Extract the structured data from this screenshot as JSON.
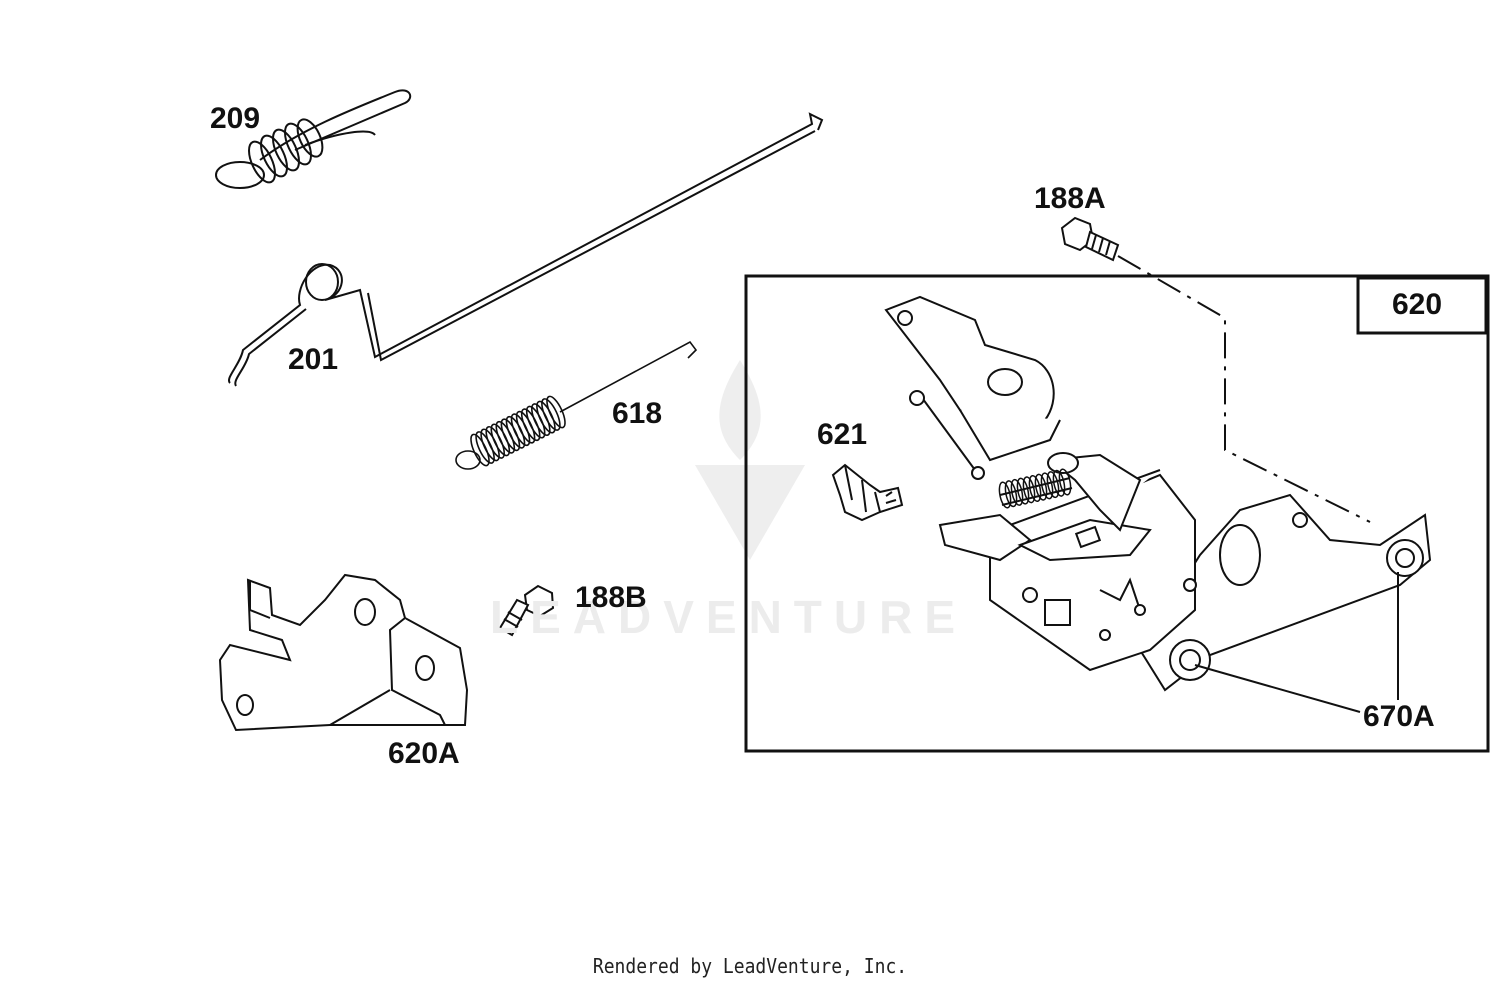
{
  "diagram": {
    "parts": {
      "p209": "209",
      "p201": "201",
      "p618": "618",
      "p188A": "188A",
      "p620": "620",
      "p621": "621",
      "p188B": "188B",
      "p620A": "620A",
      "p670A": "670A"
    },
    "watermark": "LEADVENTURE",
    "footer": "Rendered by LeadVenture, Inc."
  }
}
